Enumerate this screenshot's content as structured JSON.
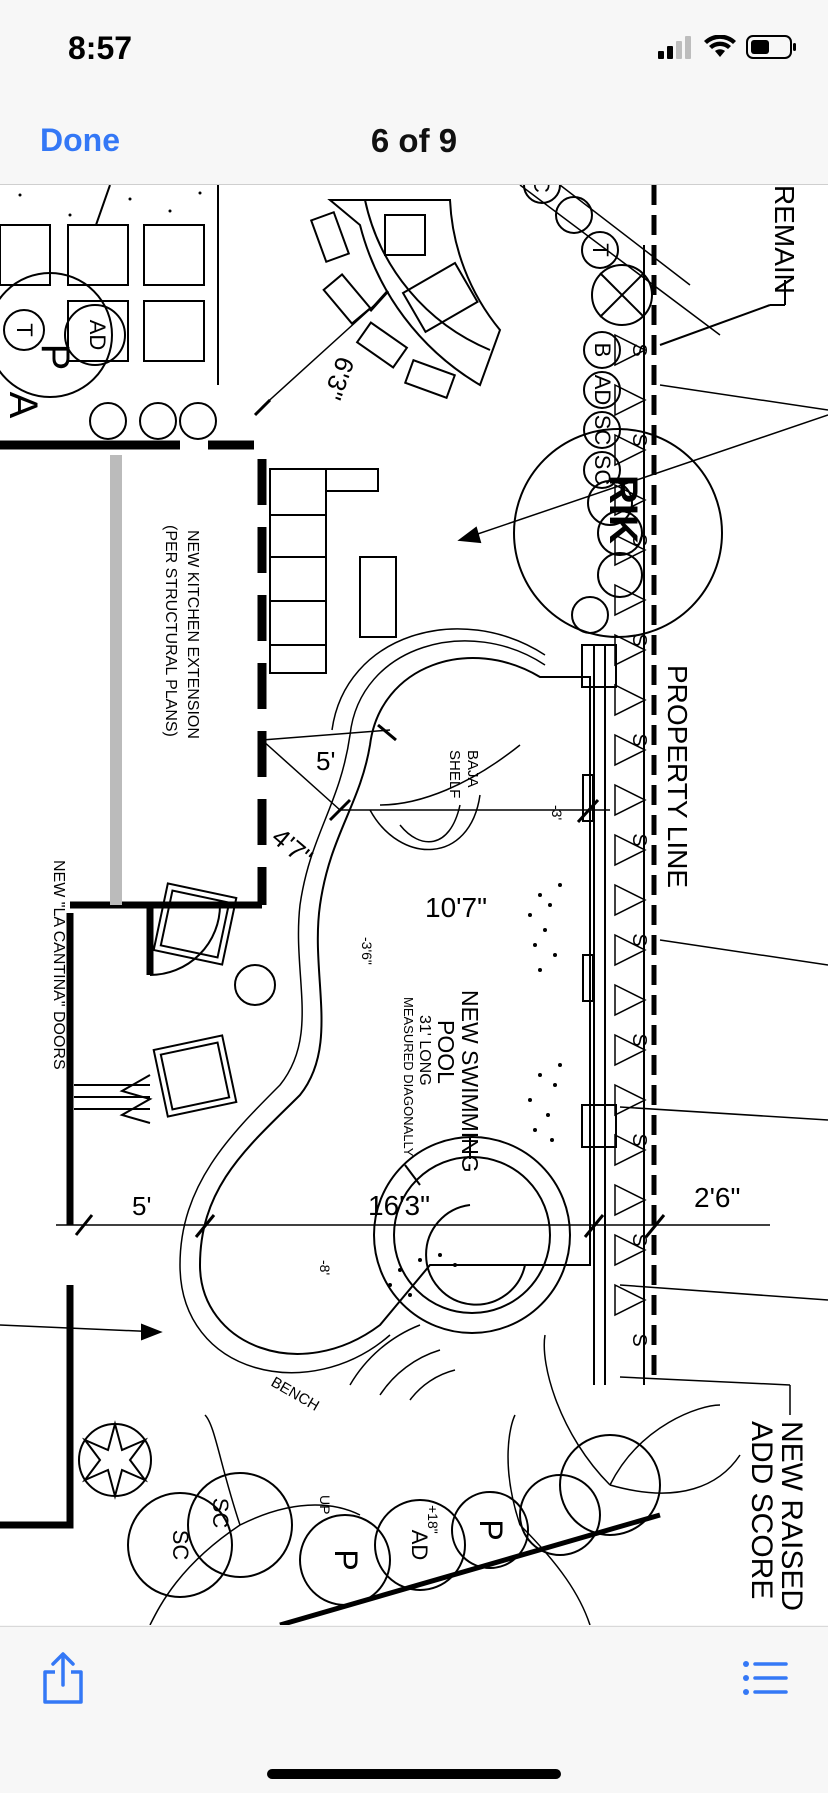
{
  "status_bar": {
    "time": "8:57",
    "icons": [
      "cellular-signal-icon",
      "wifi-icon",
      "battery-icon"
    ]
  },
  "nav": {
    "done_label": "Done",
    "page_counter": "6 of 9"
  },
  "drawing": {
    "labels": {
      "remain": "REMAIN",
      "property_line": "PROPERTY LINE",
      "new_kitchen_extension": "NEW KITCHEN EXTENSION",
      "per_structural_plans": "(PER STRUCTURAL PLANS)",
      "new_la_cantina_doors": "NEW \"LA CANTINA\" DOORS",
      "baja": "BAJA",
      "shelf": "SHELF",
      "new_swimming": "NEW SWIMMING",
      "pool": "POOL",
      "long": "31' LONG",
      "measured_diagonally": "MEASURED DIAGONALLY",
      "bench": "BENCH",
      "up": "UP",
      "plus_18": "+18\"",
      "new_raised": "NEW RAISED",
      "add_score": "ADD SCORE",
      "rik": "RIK"
    },
    "dimensions": {
      "d_6_3": "6'3\"",
      "d_5_top": "5'",
      "d_4_7": "4'7\"",
      "d_10_7": "10'7\"",
      "d_5_bottom": "5'",
      "d_16_3": "16'3\"",
      "d_2_6": "2'6\""
    },
    "depths": {
      "minus_3": "-3'",
      "minus_3_6": "-3'6\"",
      "minus_8": "-8'"
    },
    "plant_codes": {
      "t": "T",
      "c": "C",
      "b": "B",
      "ad": "AD",
      "sc": "SC",
      "p": "P",
      "a": "A",
      "s": "S"
    }
  },
  "toolbar": {
    "share_icon": "share-icon",
    "list_icon": "list-icon"
  },
  "colors": {
    "accent": "#3478f6",
    "background": "#f7f7f7",
    "drawing_bg": "#ffffff",
    "ink": "#000000"
  }
}
